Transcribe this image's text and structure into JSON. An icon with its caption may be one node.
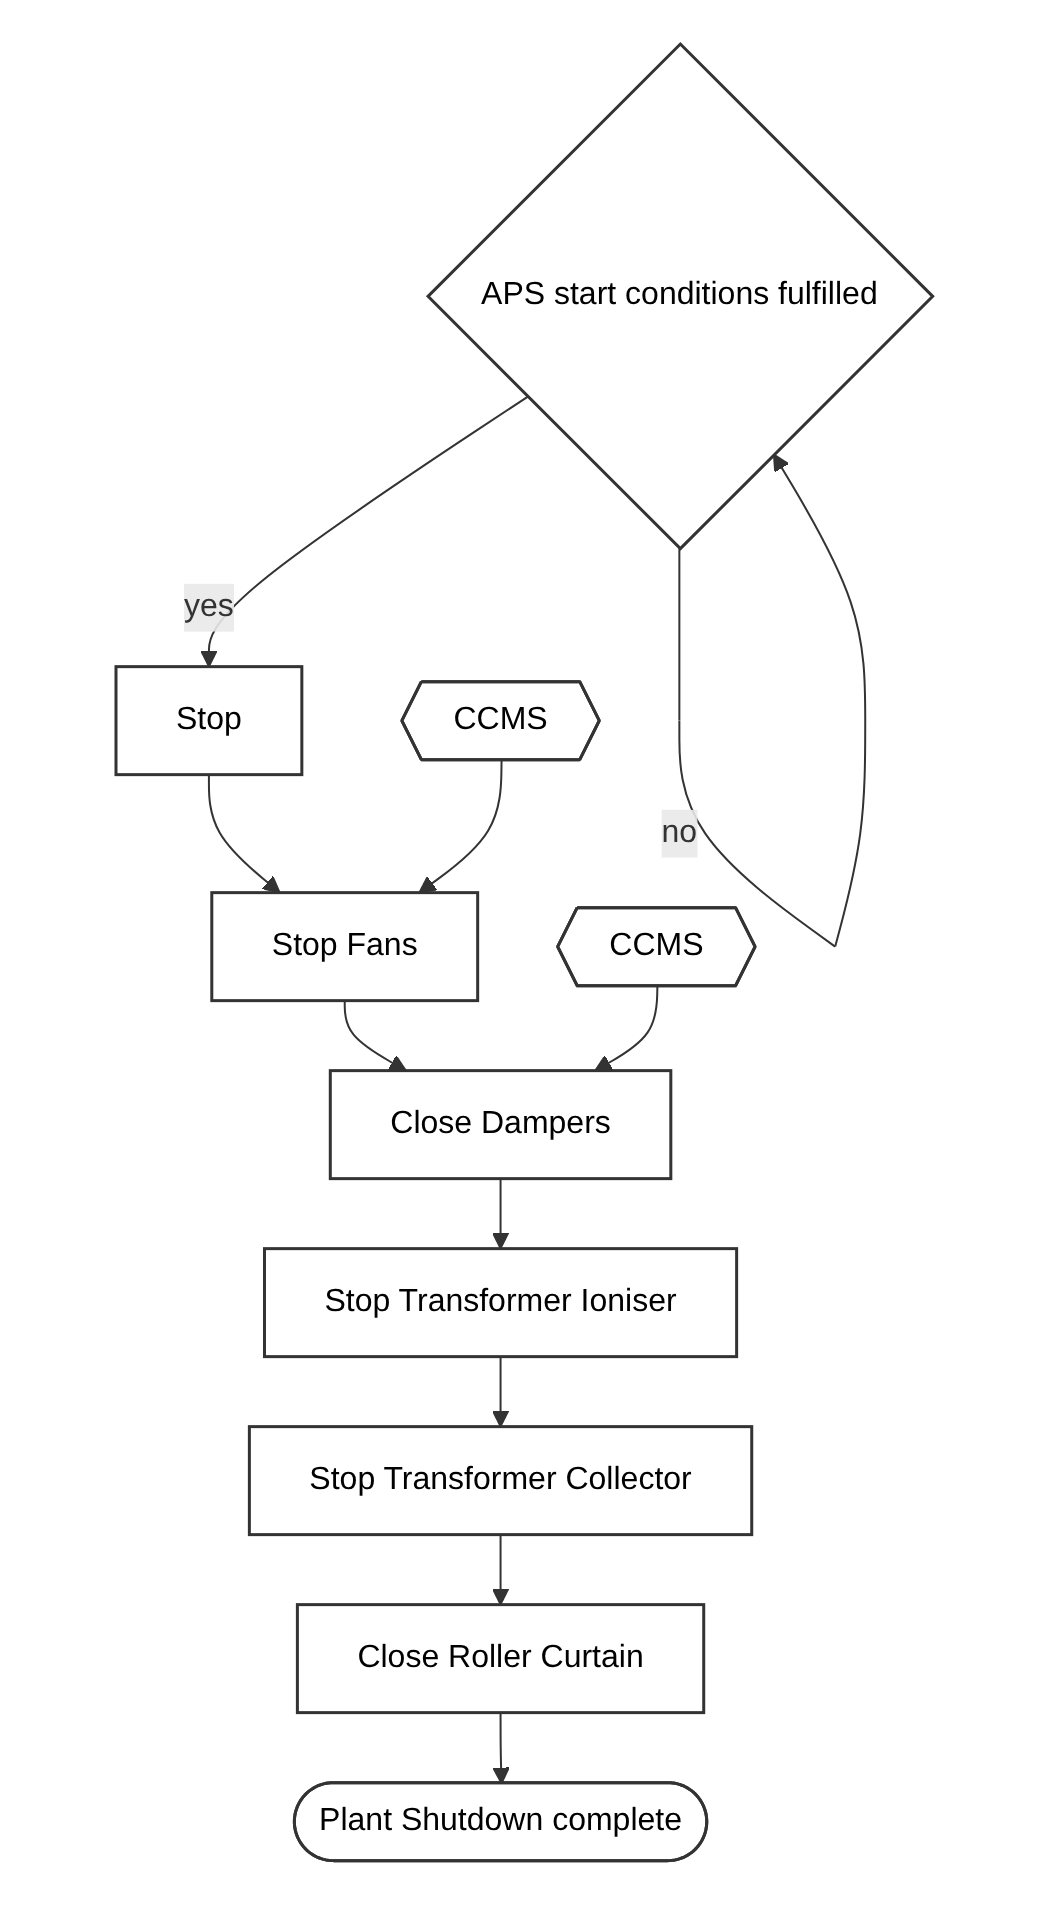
{
  "diagram": {
    "nodes": [
      {
        "text": [
          "APS start conditions fulfilled"
        ]
      },
      {
        "text": [
          "Stop"
        ]
      },
      {
        "text": [
          "Stop Fans"
        ]
      },
      {
        "text": [
          "Close Dampers"
        ]
      },
      {
        "text": [
          "Stop Transformer Ioniser"
        ]
      },
      {
        "text": [
          "Stop Transformer Collector"
        ]
      },
      {
        "text": [
          "Close Roller Curtain"
        ]
      },
      {
        "text": [
          "Plant Shutdown complete"
        ]
      },
      {
        "text": [
          "CCMS"
        ]
      },
      {
        "text": [
          "CCMS"
        ]
      }
    ],
    "edges": [
      {
        "from": 0,
        "to": 0,
        "arrow": "to",
        "label": "no"
      },
      {
        "from": 0,
        "to": 1,
        "arrow": "to",
        "label": "yes"
      },
      {
        "from": 1,
        "to": 2,
        "arrow": "to"
      },
      {
        "from": 2,
        "to": 3,
        "arrow": "to"
      },
      {
        "from": 3,
        "to": 4,
        "arrow": "to"
      },
      {
        "from": 4,
        "to": 5,
        "arrow": "to"
      },
      {
        "from": 5,
        "to": 6,
        "arrow": "to"
      },
      {
        "from": 6,
        "to": 7,
        "arrow": "to"
      },
      {
        "from": 8,
        "to": 2,
        "arrow": "to"
      },
      {
        "from": 9,
        "to": 3,
        "arrow": "to"
      }
    ]
  }
}
